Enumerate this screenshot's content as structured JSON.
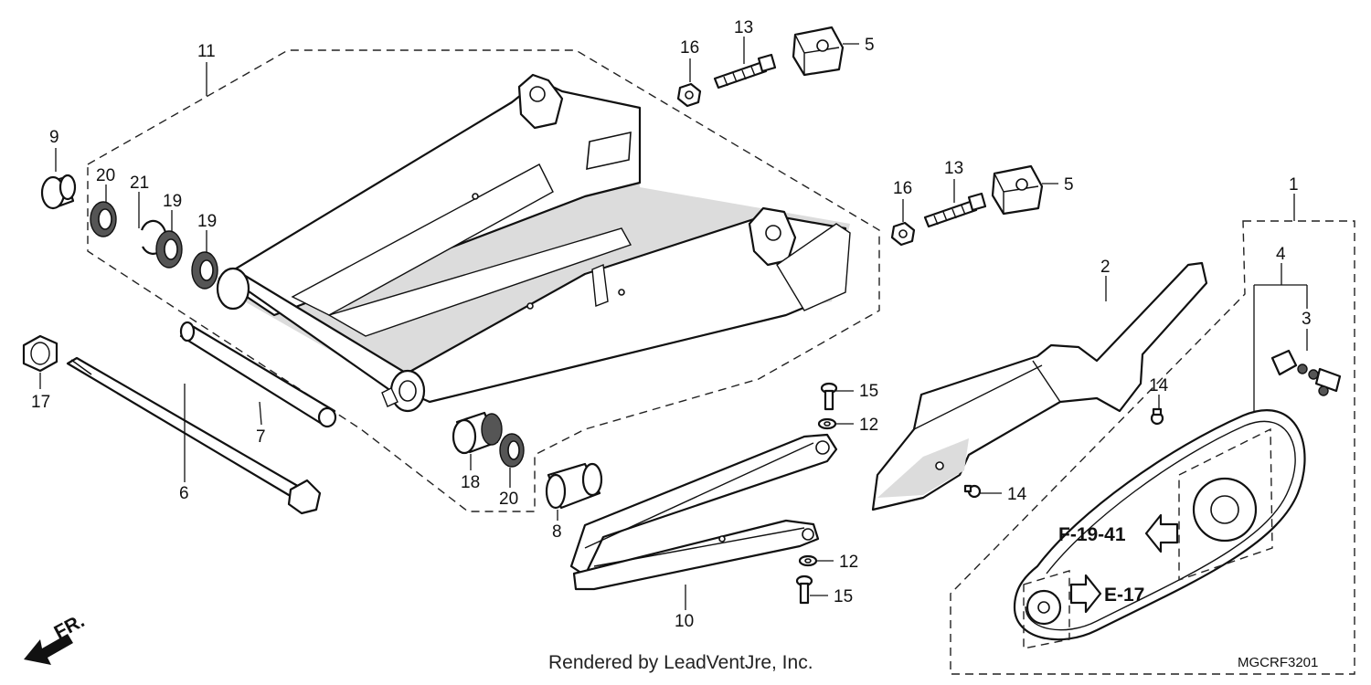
{
  "callouts": {
    "c1": "1",
    "c2": "2",
    "c3": "3",
    "c4": "4",
    "c5a": "5",
    "c5b": "5",
    "c6": "6",
    "c7": "7",
    "c8": "8",
    "c9": "9",
    "c10": "10",
    "c11": "11",
    "c12a": "12",
    "c12b": "12",
    "c13a": "13",
    "c13b": "13",
    "c14a": "14",
    "c14b": "14",
    "c15a": "15",
    "c15b": "15",
    "c16a": "16",
    "c16b": "16",
    "c17": "17",
    "c18": "18",
    "c19a": "19",
    "c19b": "19",
    "c20a": "20",
    "c20b": "20",
    "c21": "21"
  },
  "references": {
    "ref_upper": "F-19-41",
    "ref_lower": "E-17"
  },
  "direction_label": "FR.",
  "footer": {
    "credit": "Rendered by LeadVentJre, Inc.",
    "diagram_code": "MGCRF3201"
  }
}
